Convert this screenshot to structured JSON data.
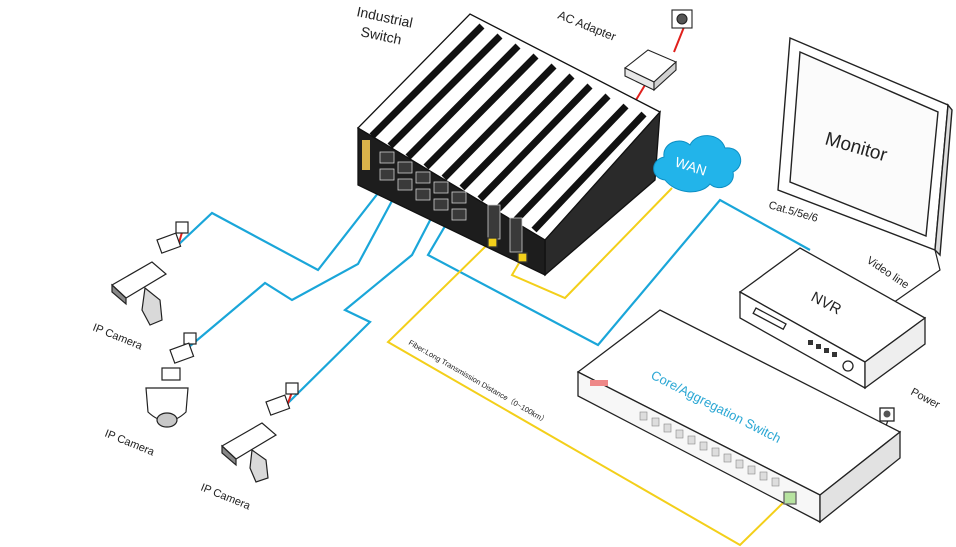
{
  "labels": {
    "industrial_switch_line1": "Industrial",
    "industrial_switch_line2": "Switch",
    "ac_adapter": "AC Adapter",
    "wan": "WAN",
    "monitor": "Monitor",
    "cable_type": "Cat.5/5e/6",
    "video_line": "Video line",
    "nvr": "NVR",
    "core_switch": "Core/Aggregation Switch",
    "power": "Power",
    "fiber": "Fiber:Long Transmission Distance（0~100km）",
    "ip_camera_1": "IP Camera",
    "ip_camera_2": "IP Camera",
    "ip_camera_3": "IP Camera"
  },
  "colors": {
    "ethernet": "#1aa6d9",
    "fiber": "#f3cf1a",
    "power_cable": "#e0201c",
    "wan_cloud": "#22b4ea",
    "outline": "#222222",
    "core_label": "#2aa7d4"
  }
}
